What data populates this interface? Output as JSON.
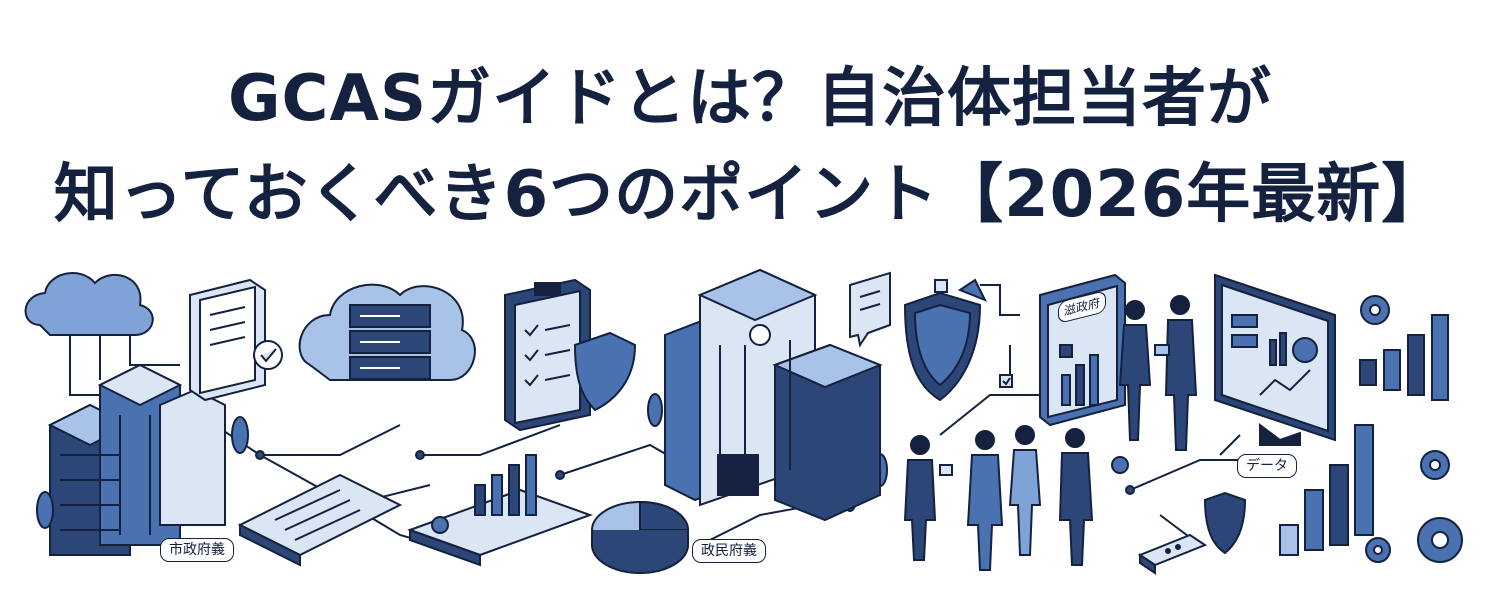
{
  "title": {
    "line1": "GCASガイドとは？自治体担当者が",
    "line2": "知っておくべき6つのポイント【2026年最新】"
  },
  "labels": {
    "city": "市政府義",
    "govt": "政民府義",
    "data": "データ",
    "panel": "滋政府"
  },
  "colors": {
    "navy": "#14213f",
    "dark_blue": "#2c4677",
    "mid_blue": "#4a72b0",
    "light_blue": "#a9c3e8",
    "pale_blue": "#dbe6f5"
  }
}
